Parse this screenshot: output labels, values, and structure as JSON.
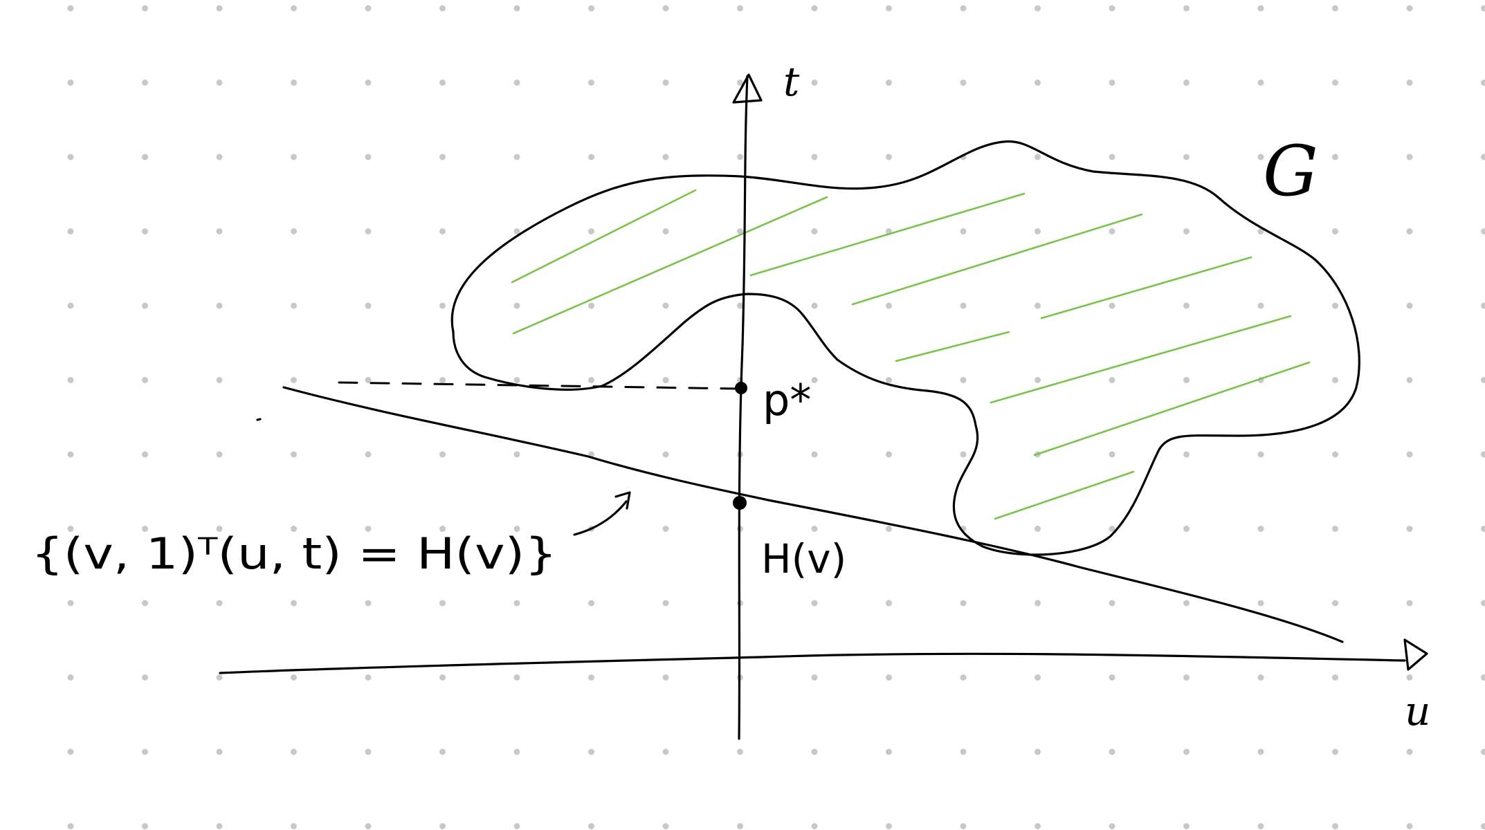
{
  "diagram": {
    "axes": {
      "vertical_label": "t",
      "horizontal_label": "u"
    },
    "region_label": "G",
    "point_label_upper": "p*",
    "point_label_lower": "H(v)",
    "hyperplane_label": "{(v, 1)ᵀ(u, t) = H(v)}",
    "colors": {
      "ink": "#000000",
      "hatch": "#7ac24a",
      "grid_dot": "#c8c8c8"
    }
  }
}
